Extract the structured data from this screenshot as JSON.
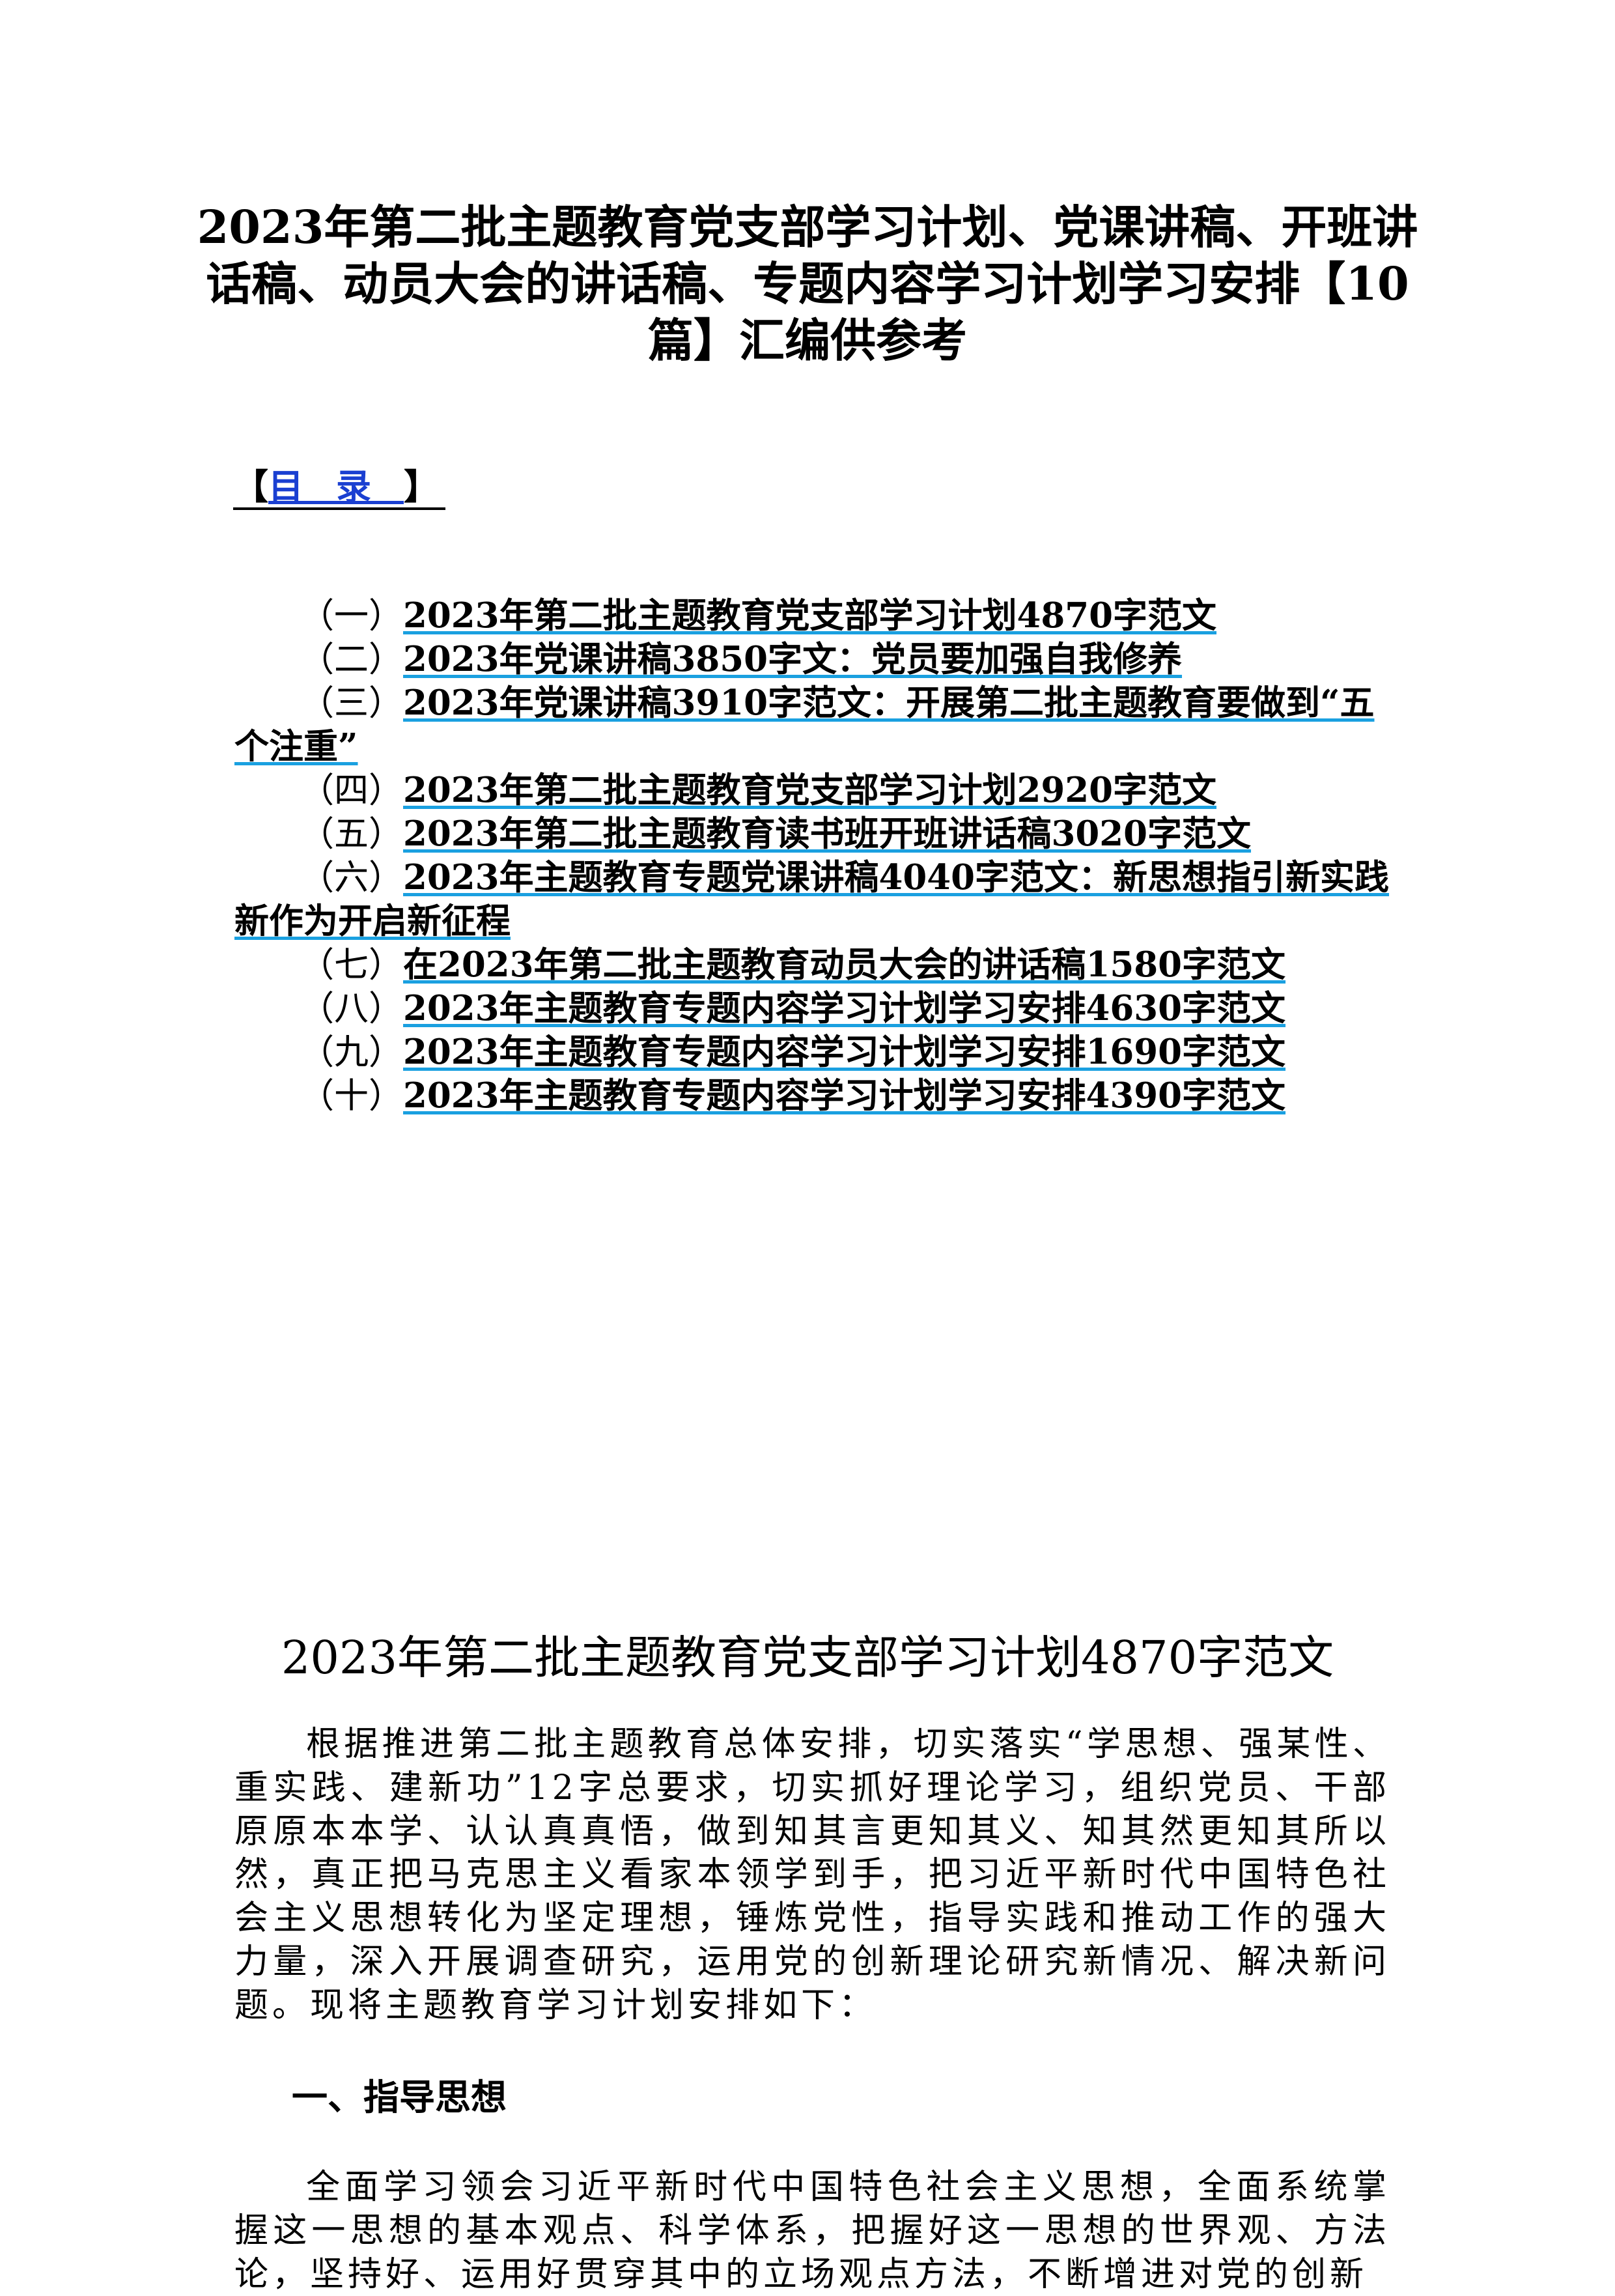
{
  "doc_title": "2023年第二批主题教育党支部学习计划、党课讲稿、开班讲话稿、动员大会的讲话稿、专题内容学习计划学习安排【10篇】汇编供参考",
  "toc": {
    "open": "【",
    "label": "目录",
    "close": "】",
    "items": [
      {
        "num": "（一）",
        "text": "2023年第二批主题教育党支部学习计划4870字范文"
      },
      {
        "num": "（二）",
        "text": "2023年党课讲稿3850字文：党员要加强自我修养"
      },
      {
        "num": "（三）",
        "text": "2023年党课讲稿3910字范文：开展第二批主题教育要做到“五个注重”"
      },
      {
        "num": "（四）",
        "text": "2023年第二批主题教育党支部学习计划2920字范文"
      },
      {
        "num": "（五）",
        "text": "2023年第二批主题教育读书班开班讲话稿3020字范文"
      },
      {
        "num": "（六）",
        "text": "2023年主题教育专题党课讲稿4040字范文：新思想指引新实践新作为开启新征程"
      },
      {
        "num": "（七）",
        "text": "在2023年第二批主题教育动员大会的讲话稿1580字范文"
      },
      {
        "num": "（八）",
        "text": "2023年主题教育专题内容学习计划学习安排4630字范文"
      },
      {
        "num": "（九）",
        "text": "2023年主题教育专题内容学习计划学习安排1690字范文"
      },
      {
        "num": "（十）",
        "text": "2023年主题教育专题内容学习计划学习安排4390字范文"
      }
    ]
  },
  "section": {
    "title": "2023年第二批主题教育党支部学习计划4870字范文",
    "intro": "根据推进第二批主题教育总体安排，切实落实“学思想、强某性、重实践、建新功”12字总要求，切实抓好理论学习，组织党员、干部原原本本学、认认真真悟，做到知其言更知其义、知其然更知其所以然，真正把马克思主义看家本领学到手，把习近平新时代中国特色社会主义思想转化为坚定理想，锤炼党性，指导实践和推动工作的强大力量，深入开展调查研究，运用党的创新理论研究新情况、解决新问题。现将主题教育学习计划安排如下：",
    "heading1": "一、指导思想",
    "para2": "全面学习领会习近平新时代中国特色社会主义思想，全面系统掌握这一思想的基本观点、科学体系，把握好这一思想的世界观、方法论，坚持好、运用好贯穿其中的立场观点方法，不断增进对党的创新"
  }
}
